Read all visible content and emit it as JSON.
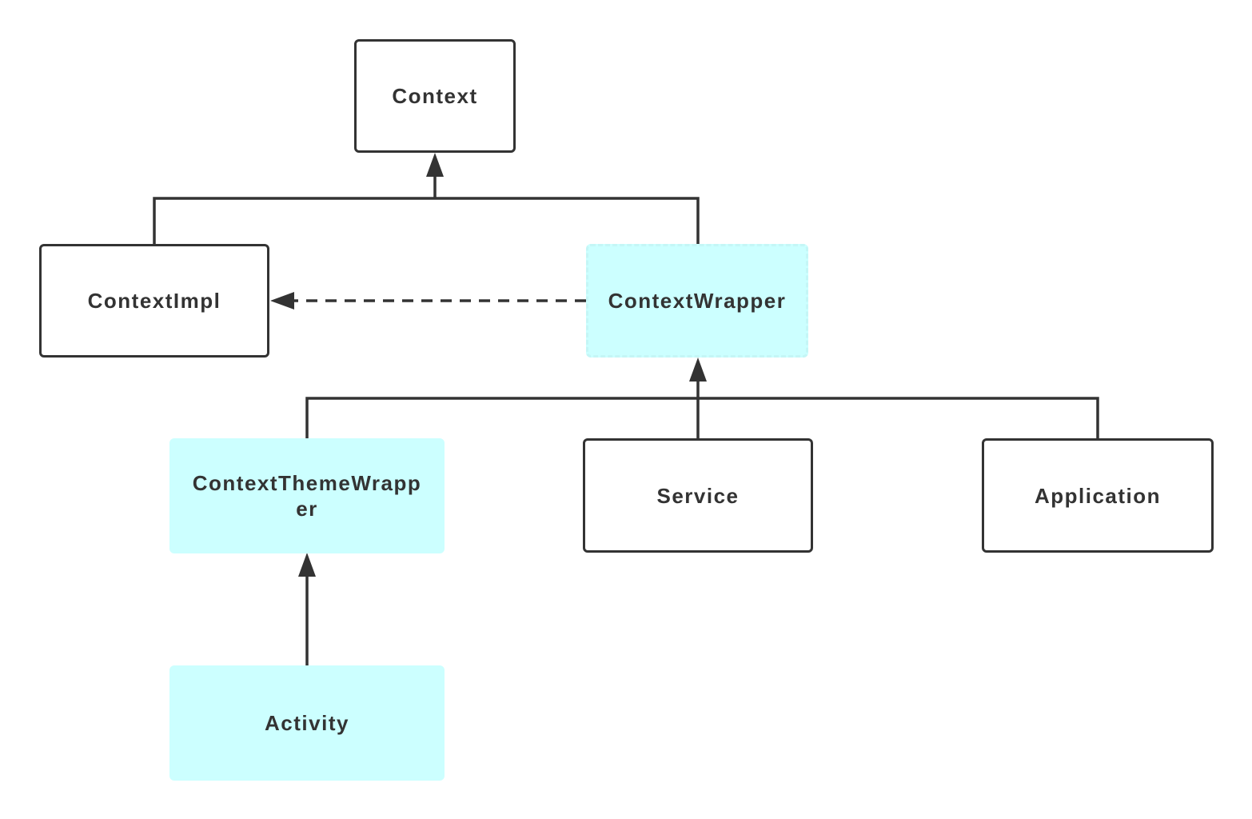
{
  "diagram": {
    "colors": {
      "line": "#333333",
      "highlight_fill": "#ccffff",
      "plain_fill": "#ffffff"
    },
    "nodes": {
      "context": {
        "label": "Context",
        "style": "plain"
      },
      "context_impl": {
        "label": "ContextImpl",
        "style": "plain"
      },
      "context_wrapper": {
        "label": "ContextWrapper",
        "style": "dashed-highlight"
      },
      "context_theme_wrapper": {
        "label": "ContextThemeWrapper",
        "style": "highlight"
      },
      "service": {
        "label": "Service",
        "style": "plain"
      },
      "application": {
        "label": "Application",
        "style": "plain"
      },
      "activity": {
        "label": "Activity",
        "style": "highlight"
      }
    },
    "edges": [
      {
        "from": "context_impl",
        "to": "context",
        "kind": "inheritance"
      },
      {
        "from": "context_wrapper",
        "to": "context",
        "kind": "inheritance"
      },
      {
        "from": "context_wrapper",
        "to": "context_impl",
        "kind": "dashed-reference"
      },
      {
        "from": "context_theme_wrapper",
        "to": "context_wrapper",
        "kind": "inheritance"
      },
      {
        "from": "service",
        "to": "context_wrapper",
        "kind": "inheritance"
      },
      {
        "from": "application",
        "to": "context_wrapper",
        "kind": "inheritance"
      },
      {
        "from": "activity",
        "to": "context_theme_wrapper",
        "kind": "inheritance"
      }
    ]
  }
}
